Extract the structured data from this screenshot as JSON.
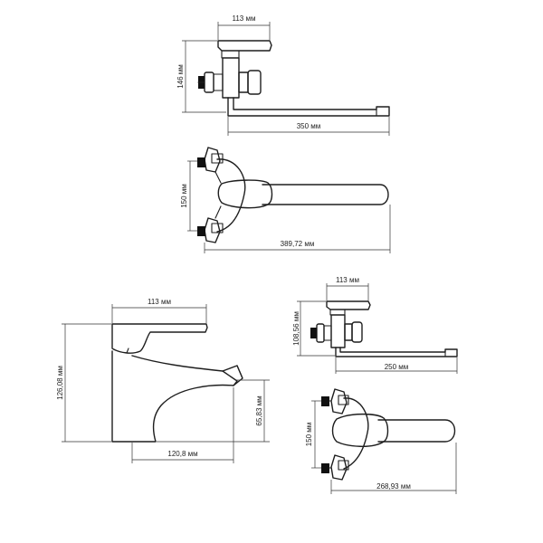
{
  "drawings": {
    "wall_mixer_long": {
      "side_view": {
        "width_label": "113 мм",
        "height_label": "146 мм",
        "length_label": "350 мм"
      },
      "top_view": {
        "height_label": "150 мм",
        "length_label": "389,72 мм"
      }
    },
    "basin_mixer": {
      "width_label": "113 мм",
      "height_label": "126,08 мм",
      "spout_height_label": "65,83 мм",
      "reach_label": "120,8 мм"
    },
    "wall_mixer_short": {
      "side_view": {
        "width_label": "113 мм",
        "height_label": "108,56 мм",
        "length_label": "250 мм"
      },
      "top_view": {
        "height_label": "150 мм",
        "length_label": "268,93 мм"
      }
    }
  }
}
